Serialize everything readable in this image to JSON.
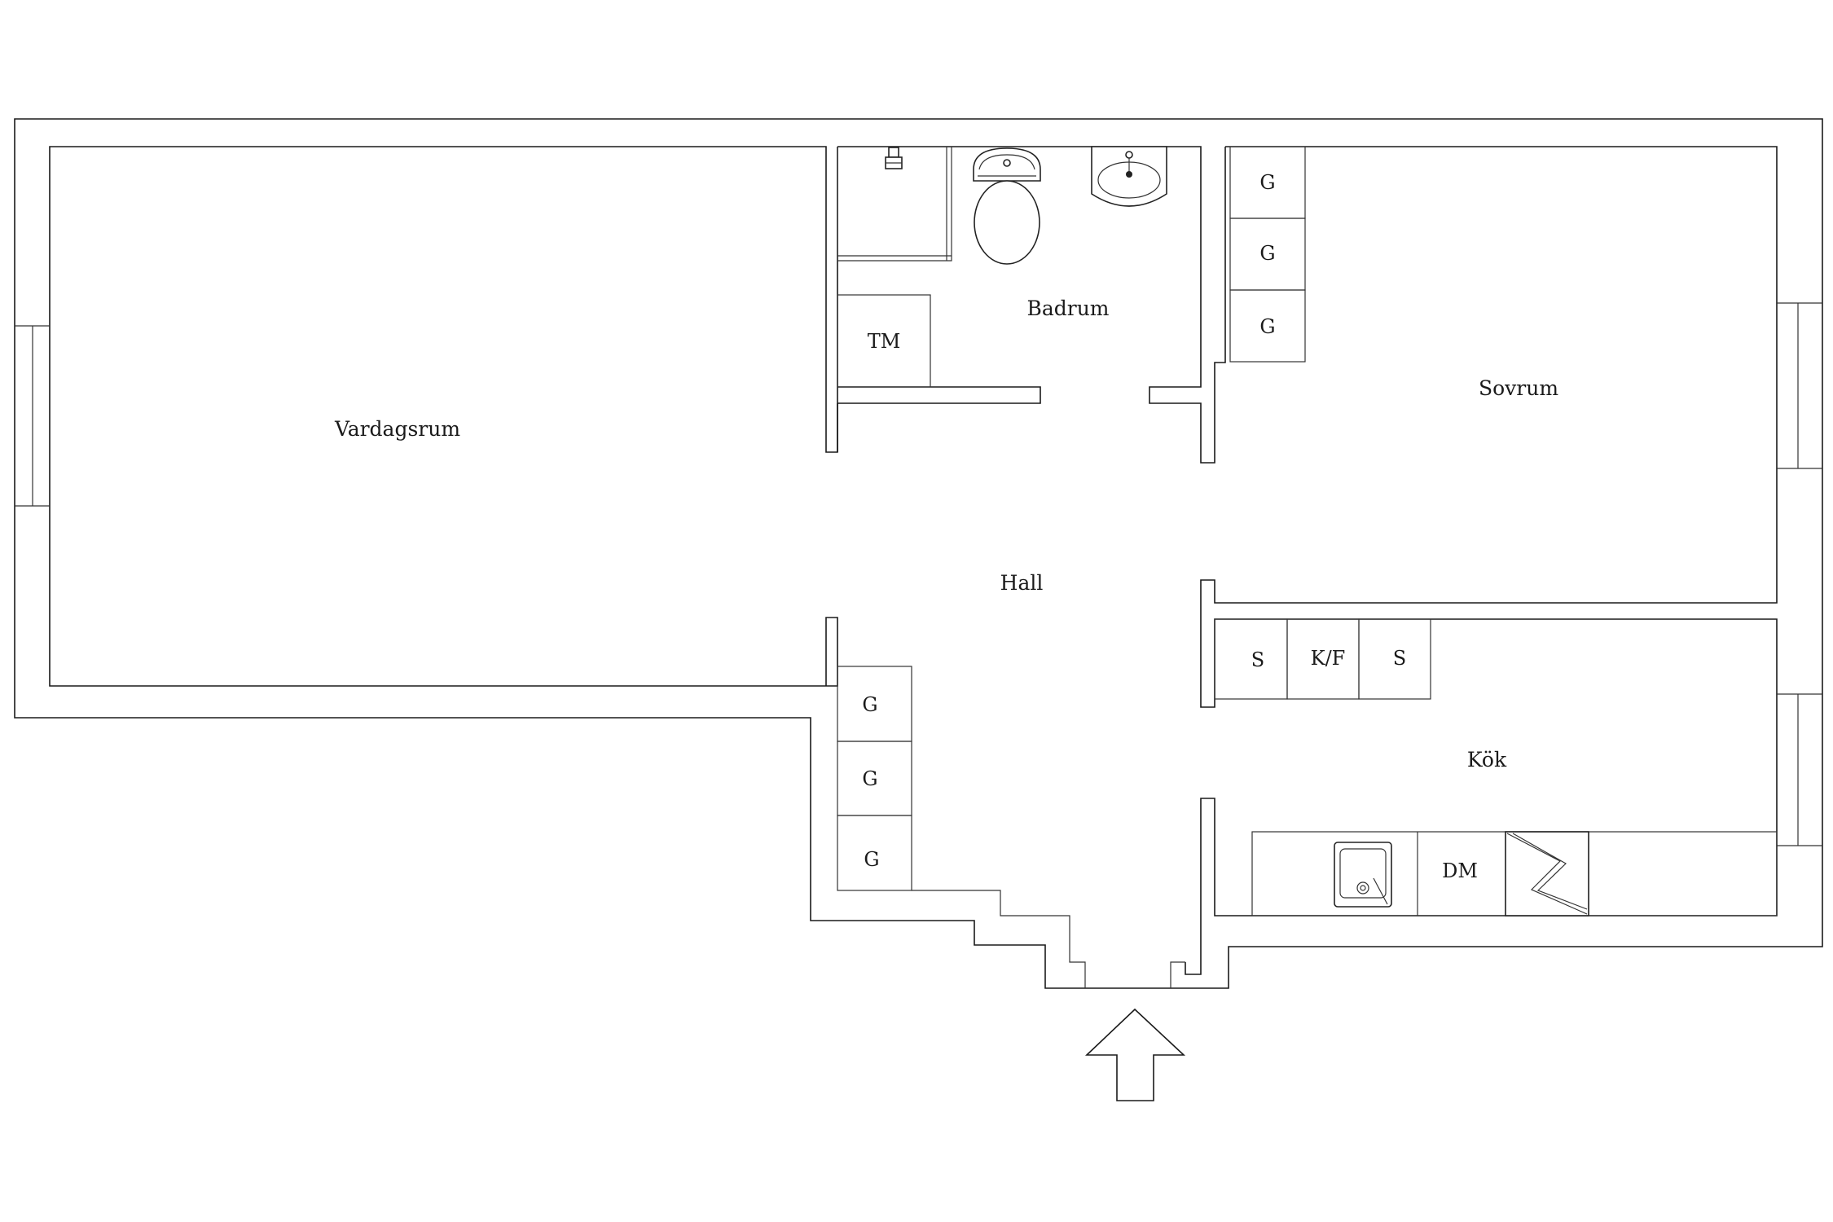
{
  "rooms": {
    "living": "Vardagsrum",
    "bathroom": "Badrum",
    "bedroom": "Sovrum",
    "hall": "Hall",
    "kitchen": "Kök"
  },
  "cabinets": {
    "bedroom_wardrobes": [
      "G",
      "G",
      "G"
    ],
    "hall_wardrobes": [
      "G",
      "G",
      "G"
    ],
    "bathroom_washer": "TM",
    "kitchen_row": [
      "S",
      "K/F",
      "S"
    ],
    "dishwasher": "DM"
  },
  "icons": {
    "entrance": "entrance-arrow-icon",
    "toilet": "toilet-icon",
    "sink": "washbasin-icon",
    "shower": "shower-head-icon",
    "kitchen_sink": "kitchen-sink-icon",
    "stove": "stove-icon"
  },
  "colors": {
    "walls": "#1a1a1a",
    "background": "#ffffff"
  }
}
